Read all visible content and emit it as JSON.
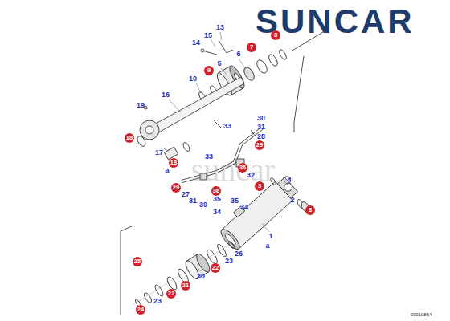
{
  "diagram": {
    "labels": [
      "SUNCAR",
      "suncar",
      "13",
      "15",
      "14",
      "6",
      "5",
      "8",
      "7",
      "10",
      "9",
      "16",
      "19",
      "18",
      "17",
      "18",
      "33",
      "30",
      "33",
      "31",
      "28",
      "29",
      "36",
      "32",
      "4",
      "3",
      "2",
      "3",
      "29",
      "36",
      "27",
      "31",
      "35",
      "30",
      "35",
      "34",
      "34",
      "1",
      "a",
      "a",
      "26",
      "23",
      "22",
      "20",
      "21",
      "22",
      "23",
      "25",
      "24",
      "03010864"
    ]
  }
}
